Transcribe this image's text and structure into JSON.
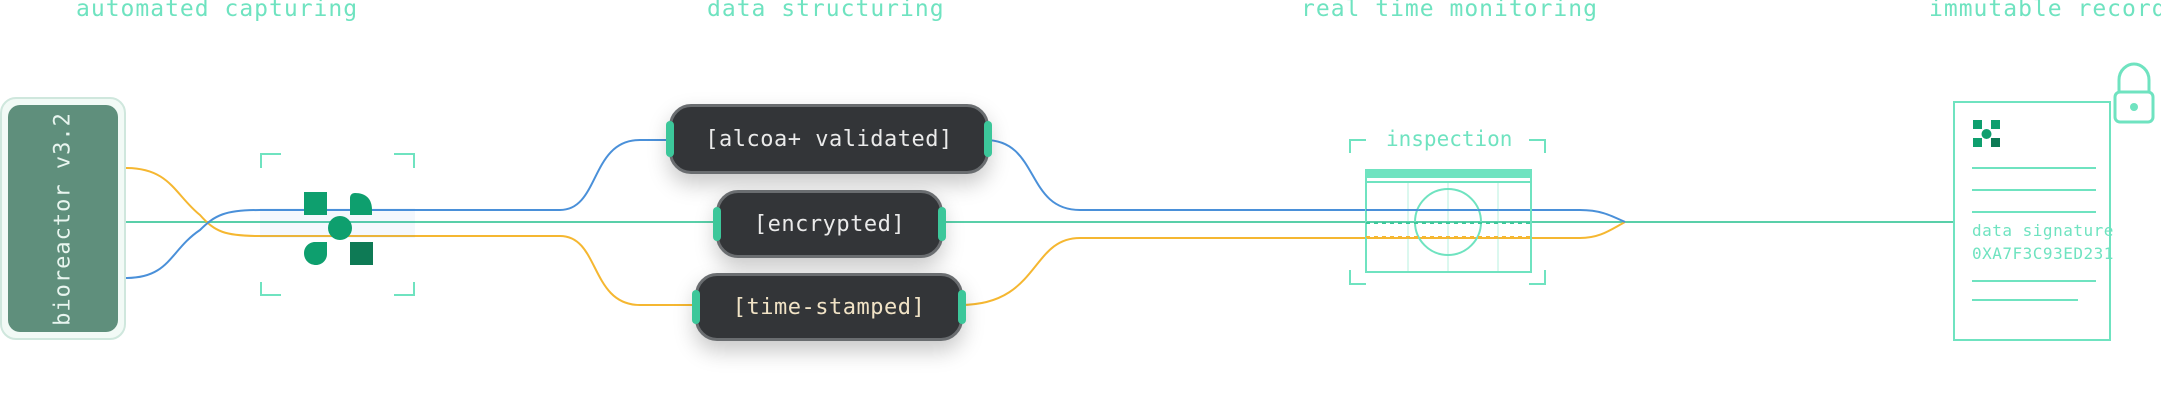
{
  "stages": [
    "automated capturing",
    "data structuring",
    "real time monitoring",
    "immutable record"
  ],
  "device": {
    "label": "bioreactor v3.2"
  },
  "pills": [
    "[alcoa+ validated]",
    "[encrypted]",
    "[time-stamped]"
  ],
  "inspection": {
    "label": "inspection"
  },
  "record": {
    "signature_label": "data signature",
    "signature_value": "0XA7F3C93ED231"
  },
  "colors": {
    "teal": "#6fe3c0",
    "green": "#3cc79a",
    "blue": "#4a90d9",
    "orange": "#f5b731",
    "device": "#5f8f7c",
    "pill": "#333538"
  },
  "icons": [
    "scan-frame-icon",
    "logo-mark-icon",
    "lock-icon"
  ]
}
